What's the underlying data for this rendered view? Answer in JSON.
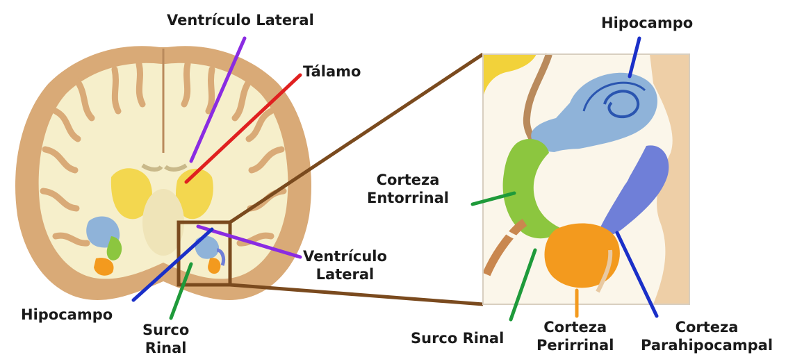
{
  "labels": {
    "ventriculo_lateral_top": "Ventrículo Lateral",
    "talamo": "Tálamo",
    "hipocampo_right": "Hipocampo",
    "corteza_entorrinal_1": "Corteza",
    "corteza_entorrinal_2": "Entorrinal",
    "ventriculo_lateral_mid_1": "Ventrículo",
    "ventriculo_lateral_mid_2": "Lateral",
    "hipocampo_left": "Hipocampo",
    "surco_rinal_left_1": "Surco",
    "surco_rinal_left_2": "Rinal",
    "surco_rinal_right": "Surco Rinal",
    "corteza_perirrinal_1": "Corteza",
    "corteza_perirrinal_2": "Perirrinal",
    "corteza_parahipocampal_1": "Corteza",
    "corteza_parahipocampal_2": "Parahipocampal"
  },
  "colors": {
    "white_matter": "#f6efcb",
    "gray_matter": "#d9aa77",
    "ventricle_line": "#8a2be2",
    "talamo_line": "#e02020",
    "hipocampo_line": "#1a2fc8",
    "rinal_line": "#1e9a3a",
    "zoom_frame": "#7a4a1e",
    "hipocampo_region": "#8fb3d9",
    "entorrinal_region": "#8cc63f",
    "perirrinal_region": "#f39a1e",
    "parahipocampal_region": "#6f7fd8",
    "talamo_region": "#f2d23a"
  }
}
